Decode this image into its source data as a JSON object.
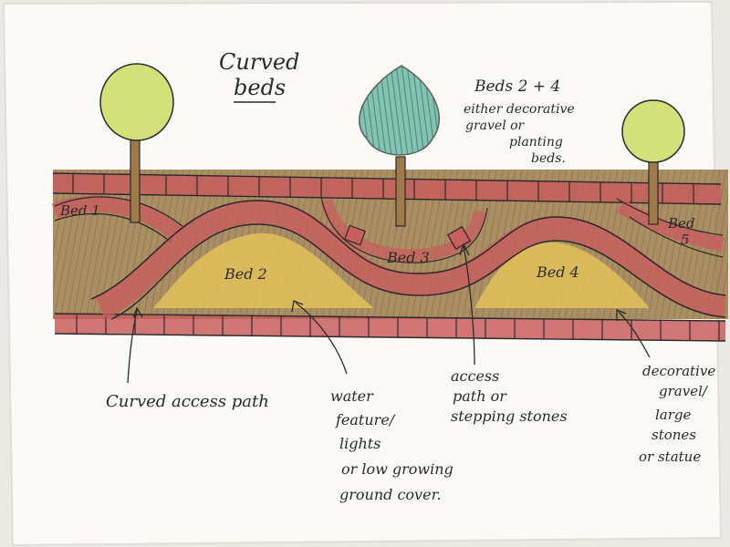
{
  "sketch": {
    "title_line1": "Curved",
    "title_line2": "beds",
    "note": {
      "line1": "Beds 2 + 4",
      "line2": "either decorative",
      "line3": "gravel or",
      "line4": "planting",
      "line5": "beds."
    },
    "beds": {
      "bed1": "Bed 1",
      "bed2": "Bed 2",
      "bed3": "Bed 3",
      "bed4": "Bed 4",
      "bed5_line1": "Bed",
      "bed5_line2": "5"
    },
    "annotations": {
      "path": "Curved access path",
      "water_line1": "water",
      "water_line2": "feature/",
      "water_line3": "lights",
      "water_line4": "or low growing",
      "water_line5": "ground cover.",
      "access_line1": "access",
      "access_line2": "path or",
      "access_line3": "stepping stones",
      "gravel_line1": "decorative",
      "gravel_line2": "gravel/",
      "gravel_line3": "large",
      "gravel_line4": "stones",
      "gravel_line5": "or statue"
    },
    "colors": {
      "paper": "#fbfaf7",
      "brick": "#c85e5e",
      "soil": "#9b7a4a",
      "sand": "#e4c25a",
      "tree_round": "#d4e07a",
      "tree_conifer": "#5fae9a",
      "trunk": "#a07a48",
      "ink": "#2a2a2a"
    }
  }
}
